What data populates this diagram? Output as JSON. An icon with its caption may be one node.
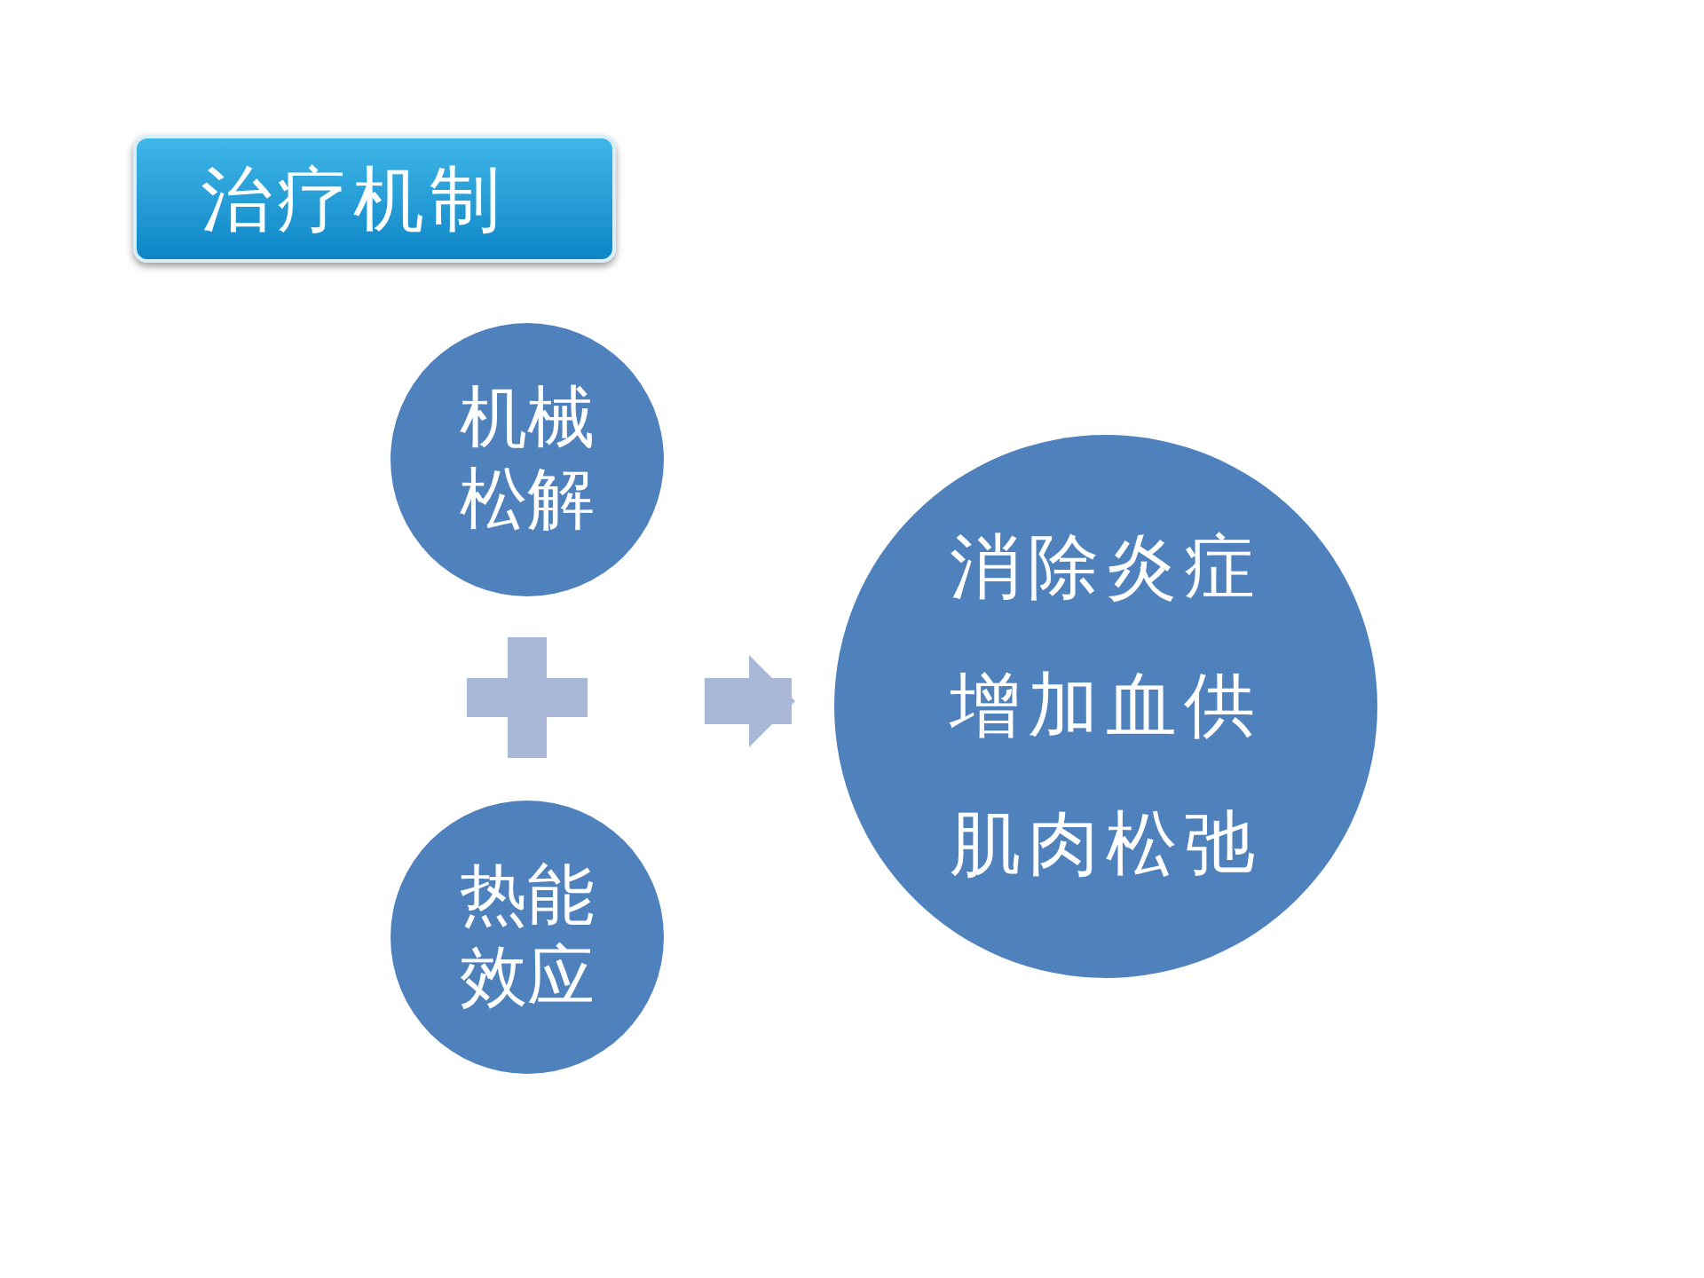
{
  "diagram": {
    "title": "治疗机制",
    "nodes": [
      {
        "text": [
          "机械松解"
        ]
      },
      {
        "text": [],
        "shape": "cross"
      },
      {
        "text": [
          "热能效应"
        ]
      },
      {
        "text": [
          "消除炎症",
          "增加血供",
          "肌肉松弛"
        ]
      }
    ],
    "edges": [
      {
        "from": 1,
        "to": 3,
        "arrow": "to"
      }
    ]
  }
}
